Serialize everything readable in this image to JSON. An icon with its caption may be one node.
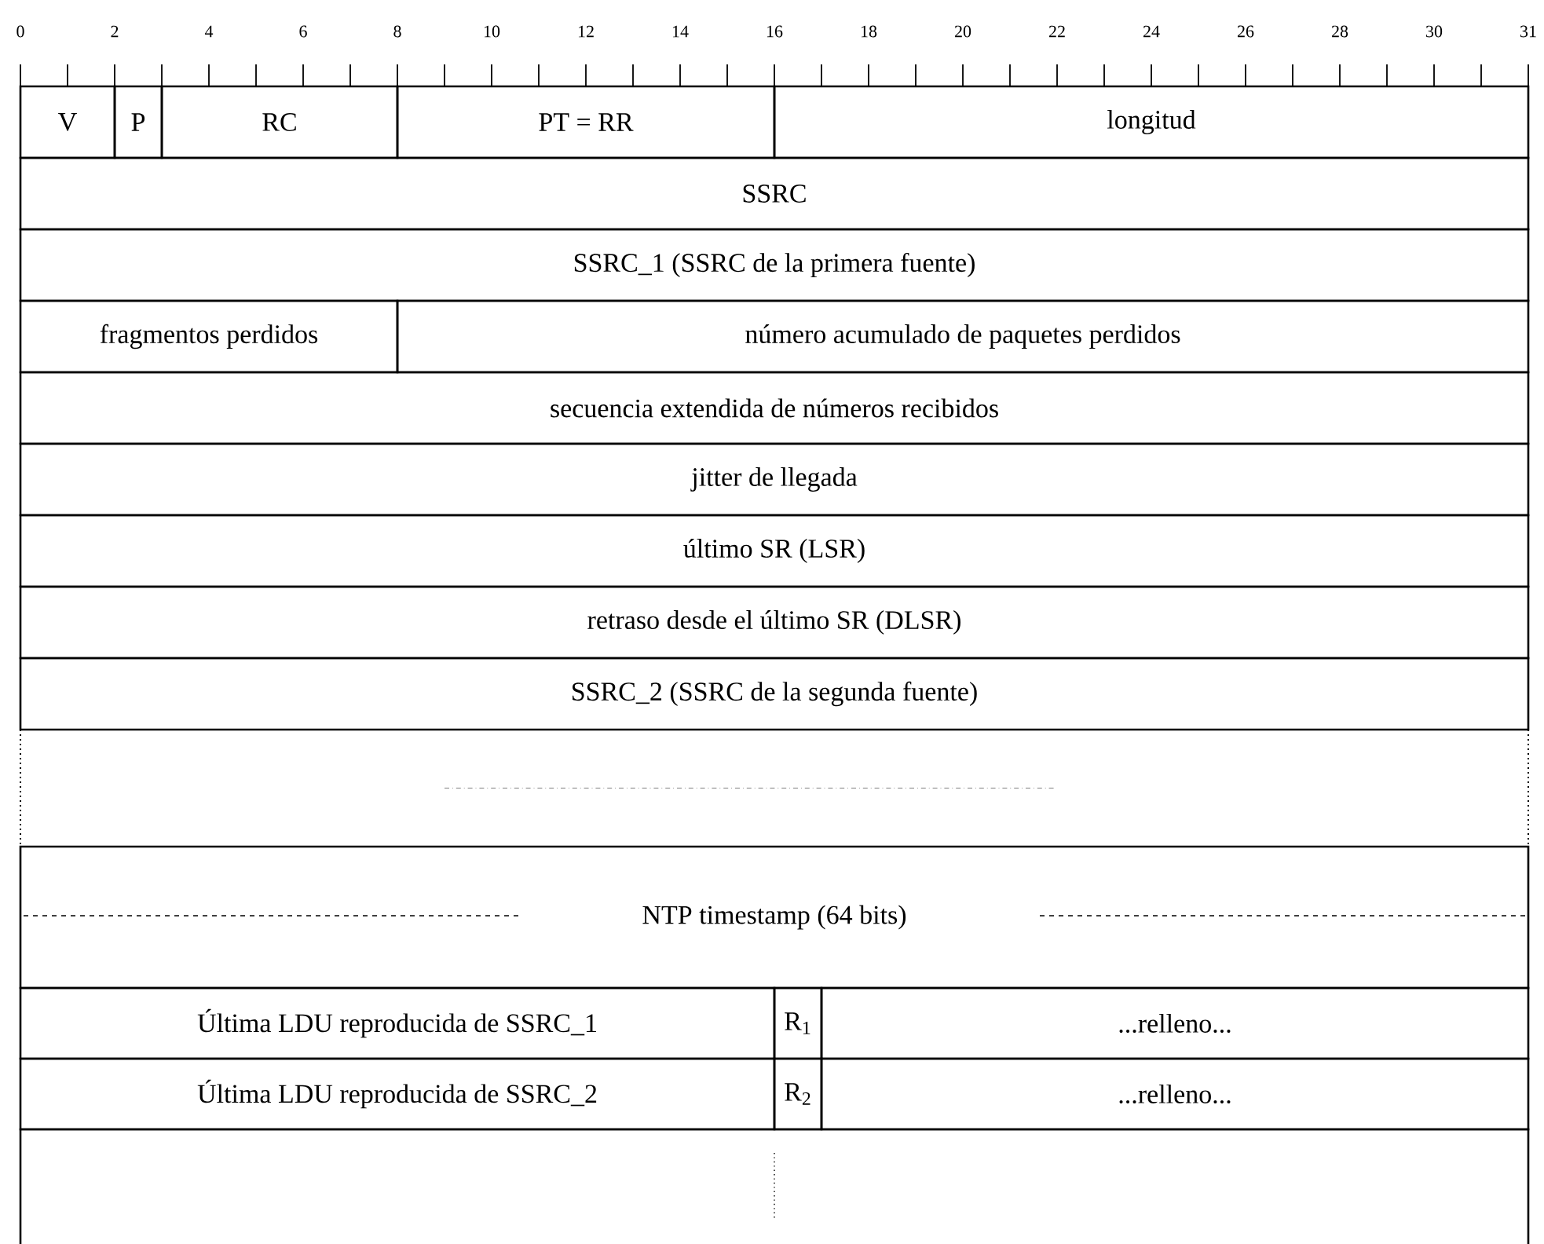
{
  "diagram": {
    "nodes": [
      {
        "text": [
          "V"
        ]
      },
      {
        "text": [
          "P"
        ]
      },
      {
        "text": [
          "RC"
        ]
      },
      {
        "text": [
          "PT = RR"
        ]
      },
      {
        "text": [
          "longitud"
        ]
      },
      {
        "text": [
          "SSRC"
        ]
      },
      {
        "text": [
          "SSRC_1 (SSRC de la primera fuente)"
        ]
      },
      {
        "text": [
          "fragmentos perdidos"
        ]
      },
      {
        "text": [
          "número acumulado de paquetes perdidos"
        ]
      },
      {
        "text": [
          "secuencia extendida de números recibidos"
        ]
      },
      {
        "text": [
          "jitter de llegada"
        ]
      },
      {
        "text": [
          "último SR (LSR)"
        ]
      },
      {
        "text": [
          "retraso desde el último SR (DLSR)"
        ]
      },
      {
        "text": [
          "SSRC_2 (SSRC de la segunda fuente)"
        ]
      },
      {
        "text": [],
        "shape": "box"
      },
      {
        "text": [
          "NTP timestamp (64 bits)"
        ]
      },
      {
        "text": [
          "Última LDU reproducida de SSRC_1"
        ]
      },
      {
        "text": [
          "R$_{1}$"
        ]
      },
      {
        "text": [
          "...relleno..."
        ]
      },
      {
        "text": [
          "Última LDU reproducida de SSRC_2"
        ]
      },
      {
        "text": [
          "R$_{2}$"
        ]
      },
      {
        "text": [
          "...relleno..."
        ]
      },
      {
        "text": [],
        "shape": "box"
      }
    ],
    "labels": [
      "0",
      "2",
      "4",
      "6",
      "8",
      "10",
      "12",
      "14",
      "16",
      "18",
      "20",
      "22",
      "24",
      "26",
      "28",
      "30",
      "31"
    ]
  }
}
